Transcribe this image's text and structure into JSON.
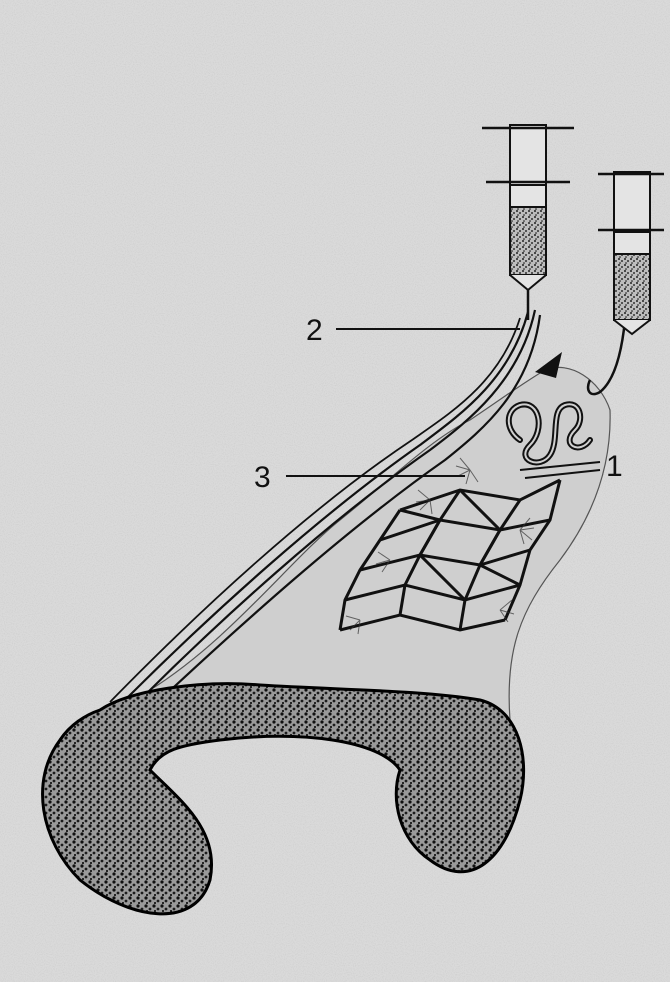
{
  "figure": {
    "labels": {
      "label_1": "1",
      "label_2": "2",
      "label_3": "3"
    }
  }
}
